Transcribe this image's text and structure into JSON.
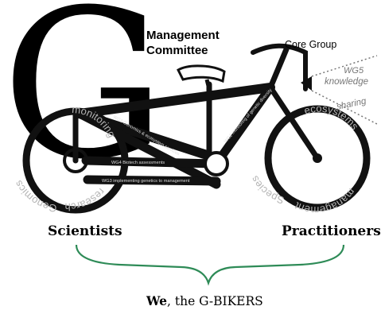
{
  "logo_letter": "G",
  "labels": {
    "management_line1": "Management",
    "management_line2": "Committee",
    "core_group": "Core Group",
    "wg5_line1": "WG5",
    "wg5_line2": "knowledge",
    "wg5_line3": "sharing",
    "scientists": "Scientists",
    "practitioners": "Practitioners",
    "we": "We",
    "gbikers": ", the G-BIKERS"
  },
  "frame_labels": {
    "wg1": "WG1 Genomics & ecosystem services",
    "wg2": "WG2 monitoring of genetic diversity",
    "wg4": "WG4 Biotech assessments",
    "wg3": "WG3 implementing genetics to management"
  },
  "wheel_words": {
    "left": [
      "Genomics",
      "monitoring",
      "research"
    ],
    "right": [
      "Species",
      "ecosystems",
      "management"
    ]
  },
  "colors": {
    "bike": "#111111",
    "frame_text": "#dddddd",
    "wheel_text": "#b4b4b4",
    "brace": "#2e8b57",
    "wg5_text": "#777777"
  }
}
